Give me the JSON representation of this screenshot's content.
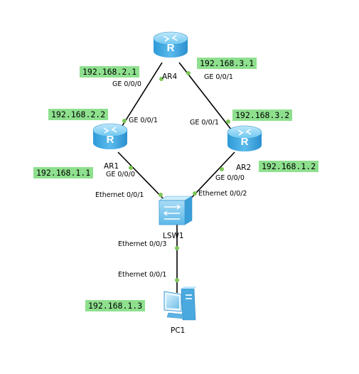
{
  "devices": {
    "ar4": {
      "name": "AR4",
      "icon": "router-icon"
    },
    "ar1": {
      "name": "AR1",
      "icon": "router-icon"
    },
    "ar2": {
      "name": "AR2",
      "icon": "router-icon"
    },
    "lsw1": {
      "name": "LSW1",
      "icon": "switch-icon"
    },
    "pc1": {
      "name": "PC1",
      "icon": "pc-icon"
    }
  },
  "ip_labels": {
    "ar4_ge000": "192.168.2.1",
    "ar4_ge001": "192.168.3.1",
    "ar1_ge001": "192.168.2.2",
    "ar2_ge001": "192.168.3.2",
    "ar1_ge000": "192.168.1.1",
    "ar2_ge000": "192.168.1.2",
    "pc1": "192.168.1.3"
  },
  "port_labels": {
    "ar4_to_ar1": "GE 0/0/0",
    "ar4_to_ar2": "GE 0/0/1",
    "ar1_to_ar4": "GE 0/0/1",
    "ar2_to_ar4": "GE 0/0/1",
    "ar1_to_lsw": "GE 0/0/0",
    "ar2_to_lsw": "GE 0/0/0",
    "lsw_to_ar1": "Ethernet 0/0/1",
    "lsw_to_ar2": "Ethernet 0/0/2",
    "lsw_to_pc": "Ethernet 0/0/3",
    "pc_to_lsw": "Ethernet 0/0/1"
  },
  "colors": {
    "ip_label_bg": "#8ee08e",
    "link_line": "#000000",
    "port_dot": "#7dc65a",
    "router_body": "#3aa7e0",
    "switch_body": "#6fc6f0"
  }
}
